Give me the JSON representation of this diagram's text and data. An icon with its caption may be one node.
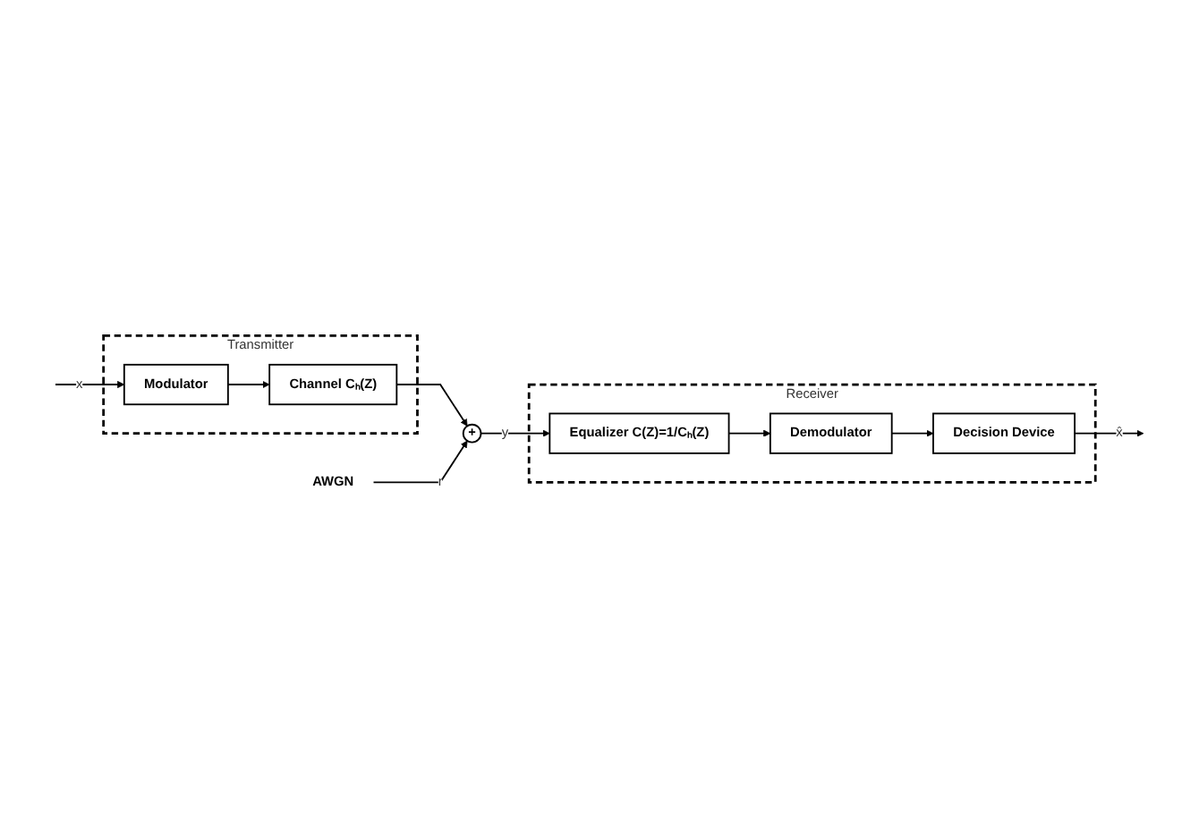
{
  "diagram": {
    "nodes": [
      {
        "text": [
          "Transmitter"
        ]
      },
      {
        "text": [
          "Modulator"
        ],
        "in": 0
      },
      {
        "text": [
          "Channel Cₕ(Z)"
        ],
        "in": 0
      },
      {
        "text": [
          "+"
        ]
      },
      {
        "text": [
          "Receiver"
        ]
      },
      {
        "text": [
          "Equalizer C(Z)=1/Cₕ(Z)"
        ],
        "in": 4
      },
      {
        "text": [
          "Demodulator"
        ],
        "in": 4
      },
      {
        "text": [
          "Decision Device"
        ],
        "in": 4
      },
      {
        "text": [
          "AWGN"
        ]
      }
    ],
    "edges": [
      {
        "from": null,
        "to": 1,
        "arrow": "to",
        "label": "x"
      },
      {
        "from": 1,
        "to": 2,
        "arrow": "to"
      },
      {
        "from": 2,
        "to": 3,
        "arrow": "to"
      },
      {
        "from": 3,
        "to": 5,
        "arrow": "to",
        "label": "y"
      },
      {
        "from": 5,
        "to": 6,
        "arrow": "to"
      },
      {
        "from": 6,
        "to": 7,
        "arrow": "to"
      },
      {
        "from": 7,
        "to": null,
        "arrow": "to",
        "label": "x̂"
      },
      {
        "from": 8,
        "to": 3,
        "arrow": "to",
        "label": "r"
      }
    ]
  }
}
